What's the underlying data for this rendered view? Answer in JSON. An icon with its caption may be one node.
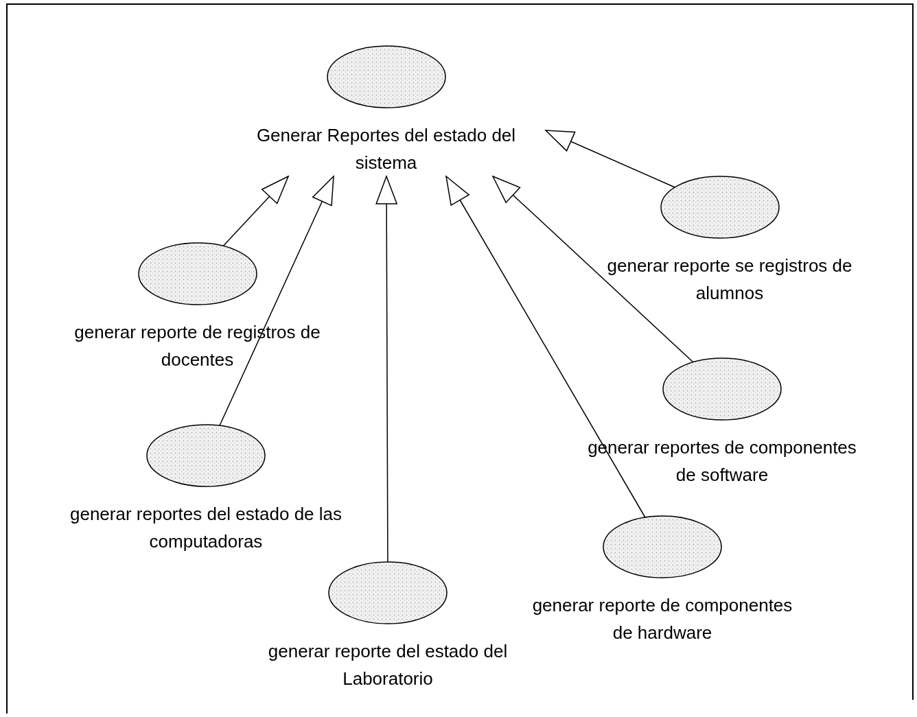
{
  "diagram": {
    "nodes": [
      {
        "text": [
          "Generar Reportes del estado del sistema"
        ]
      },
      {
        "text": [
          "generar reporte de registros de docentes"
        ]
      },
      {
        "text": [
          "generar reportes del estado de las computadoras"
        ]
      },
      {
        "text": [
          "generar reporte del estado del Laboratorio"
        ]
      },
      {
        "text": [
          "generar reporte de componentes de hardware"
        ]
      },
      {
        "text": [
          "generar reportes de componentes de software"
        ]
      },
      {
        "text": [
          "generar reporte se registros de alumnos"
        ]
      }
    ],
    "edges": [
      {
        "from": 1,
        "to": 0,
        "arrow": "to"
      },
      {
        "from": 2,
        "to": 0,
        "arrow": "to"
      },
      {
        "from": 3,
        "to": 0,
        "arrow": "to"
      },
      {
        "from": 4,
        "to": 0,
        "arrow": "to"
      },
      {
        "from": 5,
        "to": 0,
        "arrow": "to"
      },
      {
        "from": 6,
        "to": 0,
        "arrow": "to"
      }
    ]
  }
}
